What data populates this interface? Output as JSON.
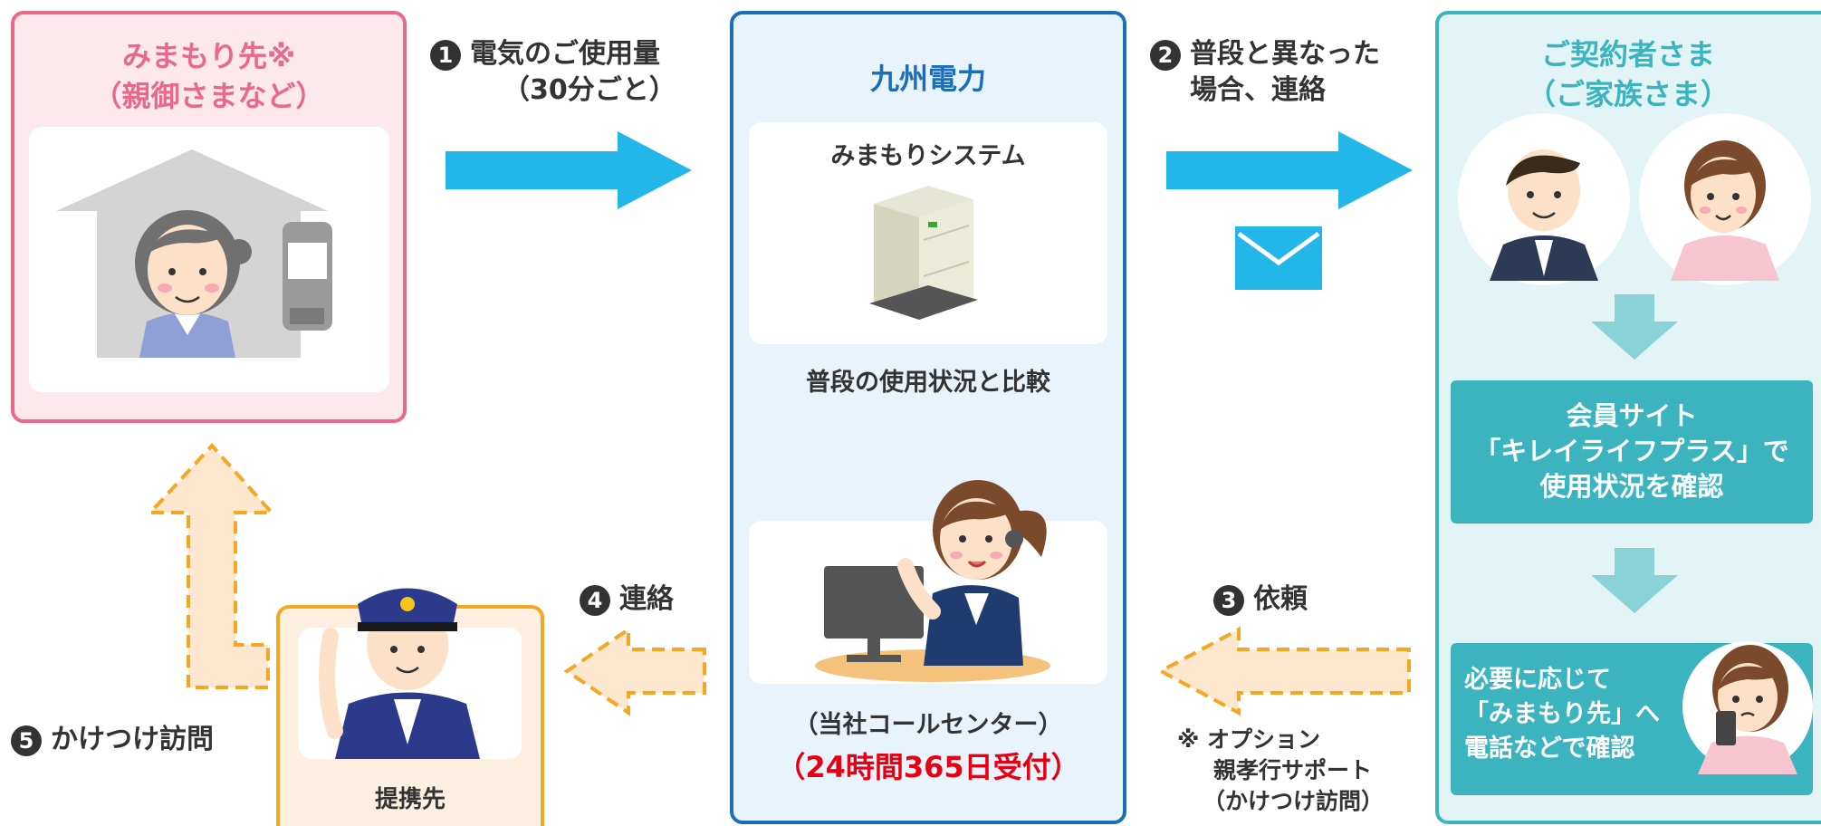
{
  "left_panel": {
    "title_line1": "みまもり先※",
    "title_line2": "（親御さまなど）"
  },
  "step1": {
    "num": "1",
    "line1": "電気のご使用量",
    "line2": "（30分ごと）"
  },
  "center_panel": {
    "title": "九州電力",
    "system_label": "みまもりシステム",
    "compare_label": "普段の使用状況と比較",
    "callcenter_label": "（当社コールセンター）",
    "hours_label": "（24時間365日受付）"
  },
  "step2": {
    "num": "2",
    "line1": "普段と異なった",
    "line2": "場合、連絡"
  },
  "right_panel": {
    "title_line1": "ご契約者さま",
    "title_line2": "（ご家族さま）",
    "site_box": {
      "line1": "会員サイト",
      "line2": "「キレイライフプラス」で",
      "line3": "使用状況を確認"
    },
    "confirm_box": {
      "line1": "必要に応じて",
      "line2": "「みまもり先」へ",
      "line3": "電話などで確認"
    }
  },
  "step3": {
    "num": "3",
    "label": "依頼"
  },
  "option_note": {
    "line1": "※ オプション",
    "line2": "親孝行サポート",
    "line3": "（かけつけ訪問）"
  },
  "step4": {
    "num": "4",
    "label": "連絡"
  },
  "partner": {
    "label": "提携先"
  },
  "step5": {
    "num": "5",
    "label": "かけつけ訪問"
  },
  "colors": {
    "pink": "#e9698b",
    "pink_bg": "#fde8ee",
    "blue": "#1b6fb8",
    "blue_bg": "#e8f3fc",
    "teal": "#3cb4c0",
    "teal_bg": "#e2f4f5",
    "cyan_arrow": "#22b7e8",
    "orange": "#f5a623",
    "orange_bg": "#fde7cf",
    "red_text": "#e60012",
    "title_blue": "#1b6fb8"
  }
}
